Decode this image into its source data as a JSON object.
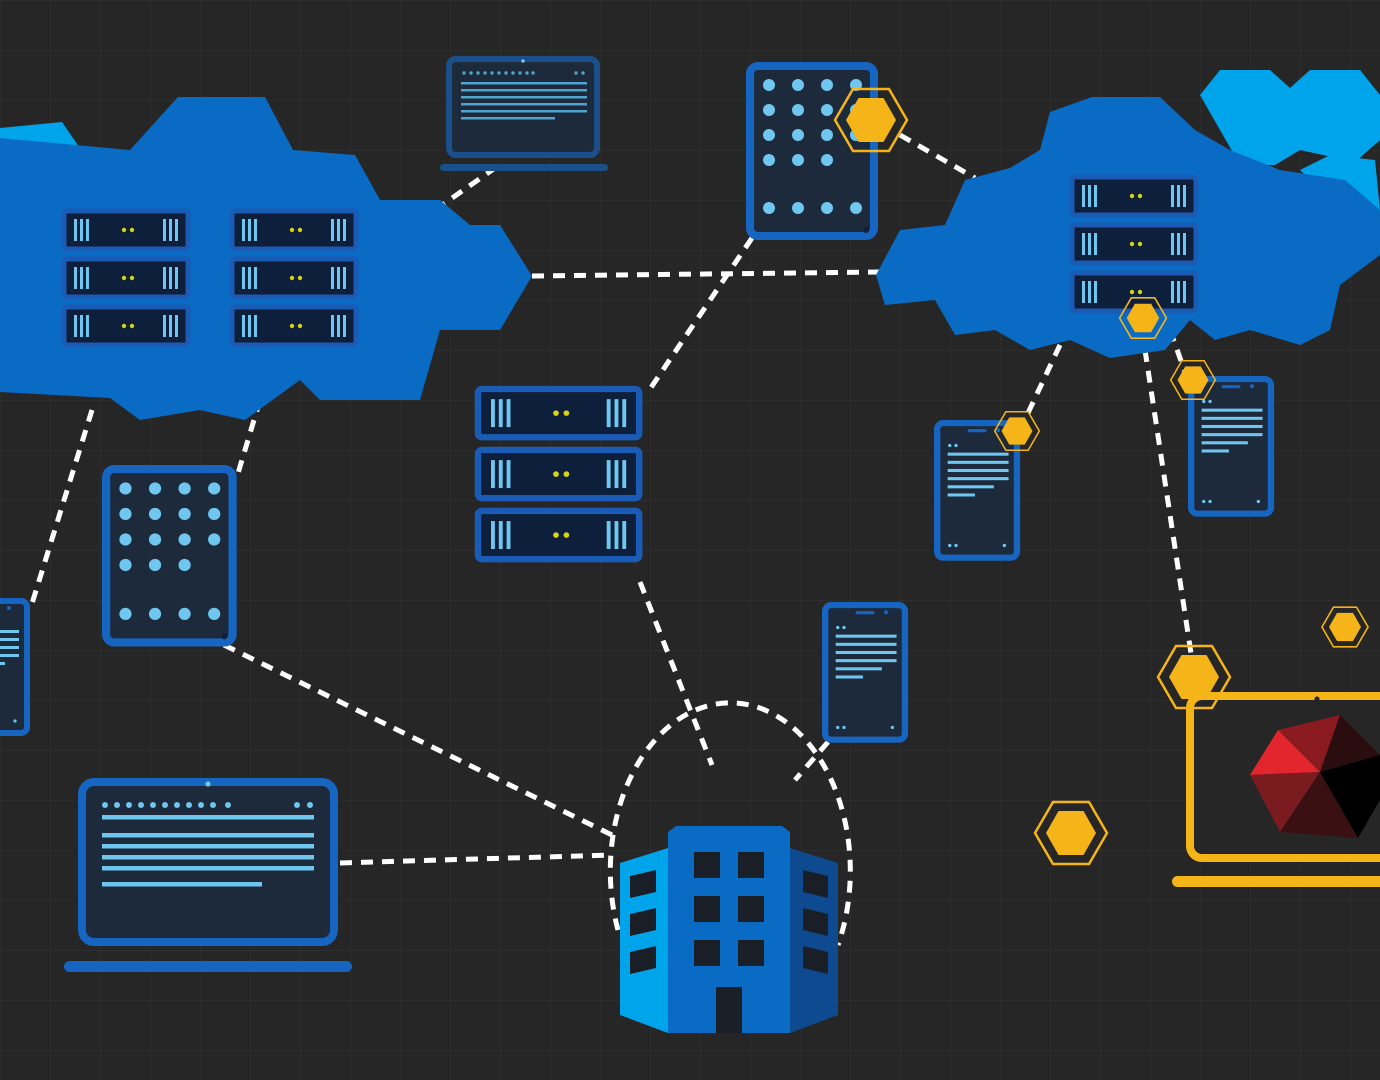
{
  "palette": {
    "background": "#262626",
    "grid": "#333333",
    "blue_dark": "#0a6bc4",
    "blue_light": "#00a4ea",
    "blue_stroke": "#1665c1",
    "screen_line": "#6fc6ee",
    "link": "#ffffff",
    "alert": "#f5b417",
    "led": "#d6d41a",
    "breach_red": "#e3262e"
  },
  "icons": {
    "cloud_left": "cloud-icon",
    "cloud_right": "cloud-icon",
    "server_rack": "server-icon",
    "laptop": "laptop-icon",
    "tablet": "tablet-icon",
    "phone": "smartphone-icon",
    "building": "office-building-icon",
    "threat": "hexagon-threat-icon",
    "malware": "malware-polyhedron-icon"
  },
  "network": {
    "nodes": [
      "cloud-left",
      "cloud-right",
      "laptop-top",
      "tablet-top",
      "server-center",
      "tablet-left",
      "phone-left",
      "laptop-bottom-left",
      "building",
      "phone-center",
      "phone-right-a",
      "phone-right-b",
      "laptop-compromised"
    ],
    "links": [
      [
        "cloud-left",
        "laptop-top"
      ],
      [
        "cloud-left",
        "cloud-right"
      ],
      [
        "cloud-left",
        "tablet-left"
      ],
      [
        "cloud-left",
        "phone-left"
      ],
      [
        "tablet-top",
        "server-center"
      ],
      [
        "tablet-top",
        "cloud-right"
      ],
      [
        "server-center",
        "building"
      ],
      [
        "tablet-left",
        "building"
      ],
      [
        "laptop-bottom-left",
        "building"
      ],
      [
        "phone-center",
        "building"
      ],
      [
        "cloud-right",
        "phone-right-a"
      ],
      [
        "cloud-right",
        "phone-right-b"
      ],
      [
        "cloud-right",
        "laptop-compromised"
      ]
    ],
    "threat_markers": 7
  }
}
